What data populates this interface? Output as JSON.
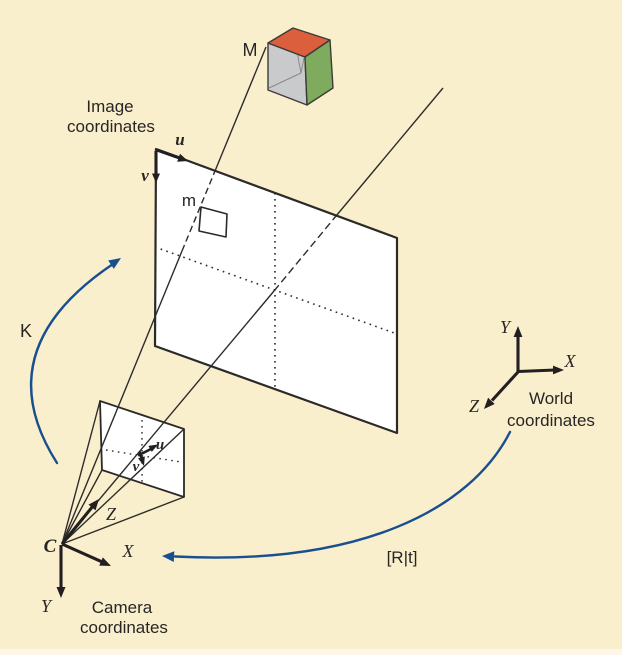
{
  "figure": "pinhole-camera-projection-diagram",
  "colors": {
    "background": "#FAEFCD",
    "bottom_strip": "#FCF7E9",
    "line": "#2B2A28",
    "arrow_blue": "#1A4F8F",
    "text": "#292524",
    "cube_top": "#DB5F3C",
    "cube_right": "#7EAB5D",
    "cube_front": "#C9CACB",
    "plane_fill": "#FFFFFF"
  },
  "labels": {
    "image_coordinates": [
      "Image",
      "coordinates"
    ],
    "world_coordinates": [
      "World",
      "coordinates"
    ],
    "camera_coordinates": [
      "Camera",
      "coordinates"
    ],
    "world_point": "M",
    "image_point": "m",
    "camera_center": "C",
    "intrinsic_matrix": "K",
    "extrinsic_matrix": "[R|t]",
    "image_axis_u": "u",
    "image_axis_v": "v",
    "small_plane_axis_u": "u",
    "small_plane_axis_v": "v",
    "camera_axis_x": "X",
    "camera_axis_y": "Y",
    "camera_axis_z": "Z",
    "world_axis_x": "X",
    "world_axis_y": "Y",
    "world_axis_z": "Z"
  }
}
